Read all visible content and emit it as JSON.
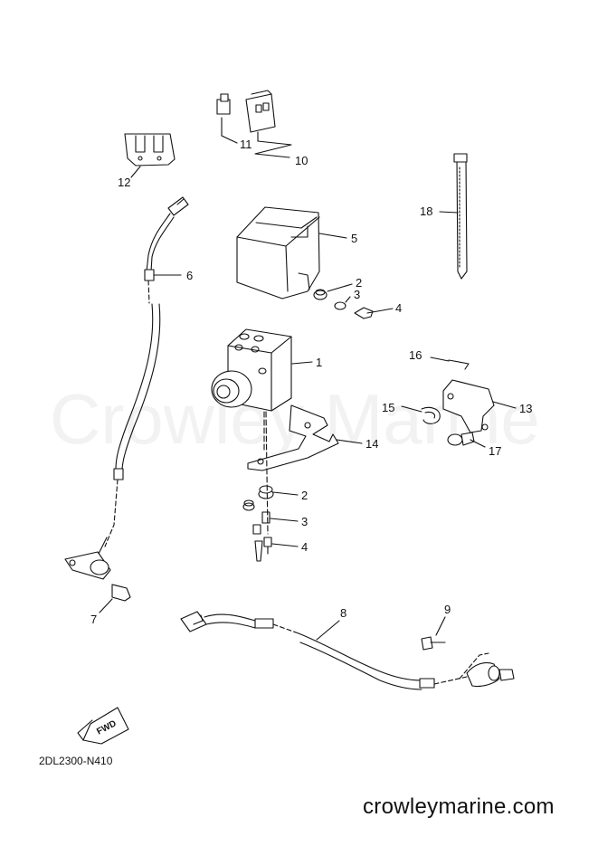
{
  "watermark": "Crowley Marine",
  "part_code": "2DL2300-N410",
  "footer_url": "crowleymarine.com",
  "fwd_label": "FWD",
  "callouts": {
    "c1": "1",
    "c2a": "2",
    "c2b": "2",
    "c3a": "3",
    "c3b": "3",
    "c4a": "4",
    "c4b": "4",
    "c5": "5",
    "c6": "6",
    "c7": "7",
    "c8": "8",
    "c9": "9",
    "c10": "10",
    "c11": "11",
    "c12": "12",
    "c13": "13",
    "c14": "14",
    "c15": "15",
    "c16": "16",
    "c17": "17",
    "c18": "18"
  }
}
